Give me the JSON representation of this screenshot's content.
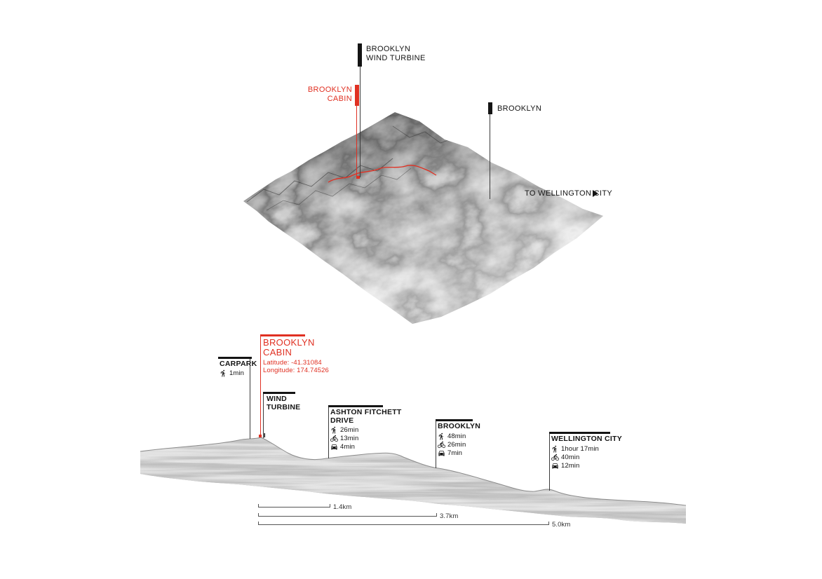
{
  "colors": {
    "accent_red": "#e03022",
    "ink": "#141414",
    "terrain_gray": "#a8a8a8"
  },
  "map": {
    "wind_turbine": {
      "line1": "BROOKLYN",
      "line2": "WIND TURBINE"
    },
    "cabin": {
      "line1": "BROOKLYN",
      "line2": "CABIN"
    },
    "brooklyn": {
      "label": "BROOKLYN"
    },
    "wellington": {
      "label": "TO WELLINGTON CITY"
    }
  },
  "profile": {
    "carpark": {
      "label": "CARPARK",
      "walk": "1min"
    },
    "cabin": {
      "line1": "BROOKLYN",
      "line2": "CABIN",
      "latitude": "Latitude: -41.31084",
      "longitude": "Longitude: 174.74526"
    },
    "wind_turbine": {
      "line1": "WIND",
      "line2": "TURBINE"
    },
    "ashton_fitchett_drive": {
      "line1": "ASHTON FITCHETT",
      "line2": "DRIVE",
      "walk": "26min",
      "bike": "13min",
      "car": "4min"
    },
    "brooklyn": {
      "label": "BROOKLYN",
      "walk": "48min",
      "bike": "26min",
      "car": "7min"
    },
    "wellington_city": {
      "label": "WELLINGTON CITY",
      "walk": "1hour 17min",
      "bike": "40min",
      "car": "12min"
    },
    "scale": {
      "d1": "1.4km",
      "d2": "3.7km",
      "d3": "5.0km"
    }
  }
}
